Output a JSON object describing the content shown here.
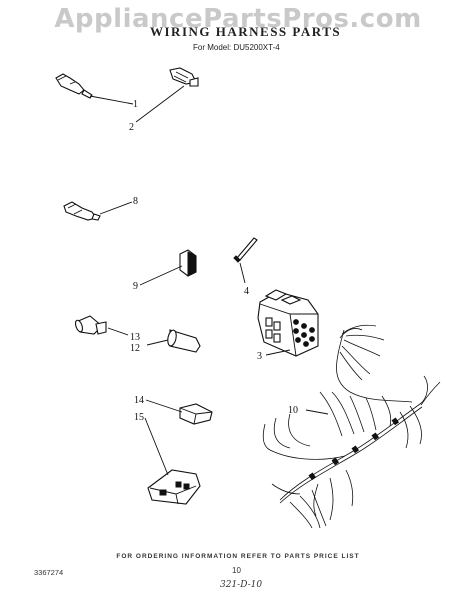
{
  "watermark": "AppliancePartsPros.com",
  "title": "WIRING HARNESS PARTS",
  "subtitle": "For Model: DU5200XT-4",
  "callouts": {
    "c1": "1",
    "c2": "2",
    "c3": "3",
    "c4": "4",
    "c8": "8",
    "c9": "9",
    "c10": "10",
    "c12": "12",
    "c13": "13",
    "c14": "14",
    "c15": "15"
  },
  "footer": {
    "note": "FOR ORDERING INFORMATION REFER TO PARTS PRICE LIST",
    "doc_number": "3367274",
    "page_number": "10",
    "handwritten": "321-D-10"
  }
}
